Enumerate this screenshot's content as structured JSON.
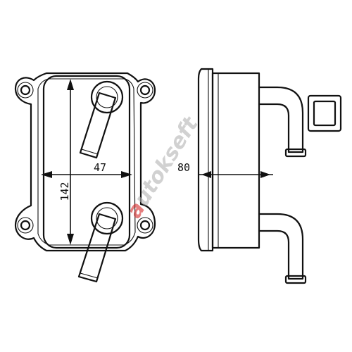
{
  "dimensions": {
    "width_label": "47",
    "height_label": "142",
    "depth_label": "80"
  },
  "watermark": {
    "text_prefix": "a",
    "text_rest": "utokseft",
    "color_main": "#b3b3b3",
    "color_accent": "#d42a2a"
  },
  "colors": {
    "line": "#111111",
    "background": "#ffffff"
  }
}
